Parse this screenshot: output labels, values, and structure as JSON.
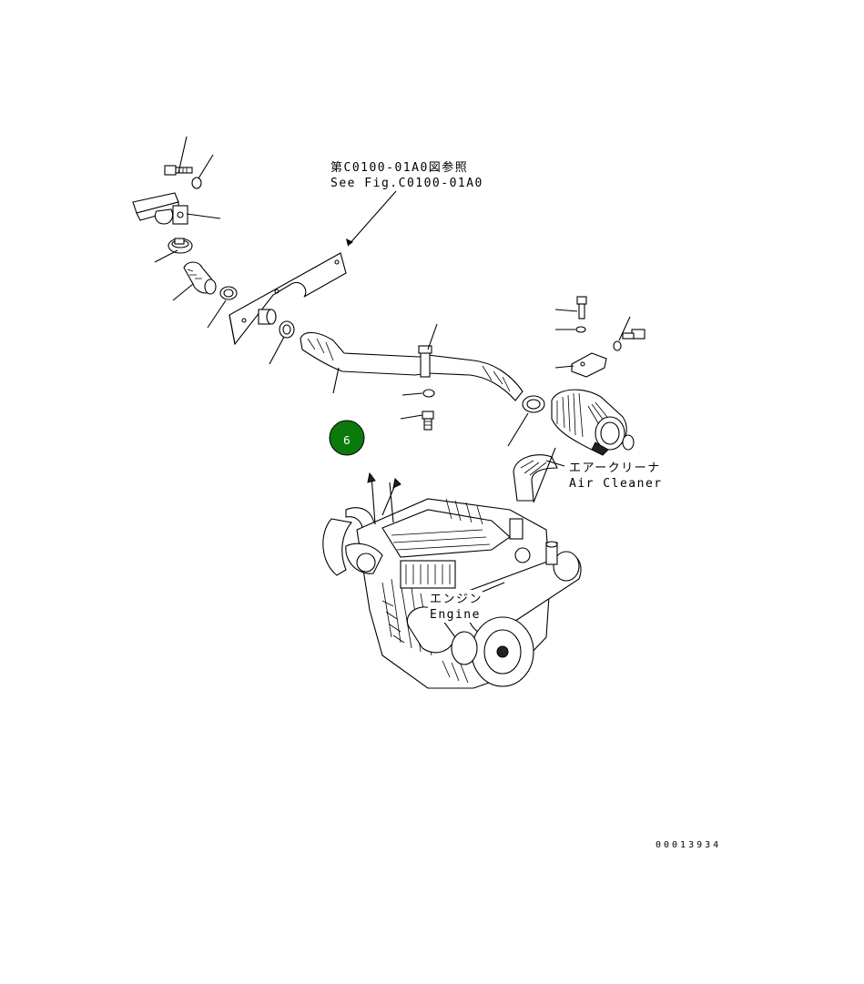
{
  "callouts": {
    "ref_jp": "第C0100-01A0図参照",
    "ref_en": "See Fig.C0100-01A0",
    "air_cleaner_jp": "エアークリーナ",
    "air_cleaner_en": "Air Cleaner",
    "engine_jp": "エンジン",
    "engine_en": "Engine"
  },
  "badge": {
    "label": "6",
    "color": "#0b7a0b"
  },
  "drawing_number": "00013934"
}
